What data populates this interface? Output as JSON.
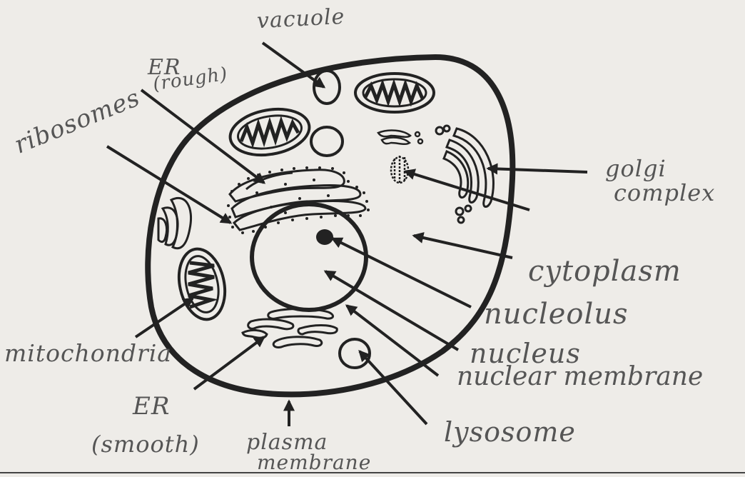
{
  "labels": {
    "vacuole": "vacuole",
    "er_rough_1": "ER",
    "er_rough_2": "(rough)",
    "ribosomes": "ribosomes",
    "golgi_1": "golgi",
    "golgi_2": "complex",
    "cytoplasm": "cytoplasm",
    "nucleolus": "nucleolus",
    "nucleus": "nucleus",
    "nuclear_membrane": "nuclear membrane",
    "mitochondria": "mitochondria",
    "lysosome": "lysosome",
    "er_smooth_1": "ER",
    "er_smooth_2": "(smooth)",
    "plasma_1": "plasma",
    "plasma_2": "membrane"
  },
  "colors": {
    "ink": "#222222",
    "pencil": "#555555",
    "paper": "#e9e8e3",
    "paper_light": "#f1f0ec"
  }
}
